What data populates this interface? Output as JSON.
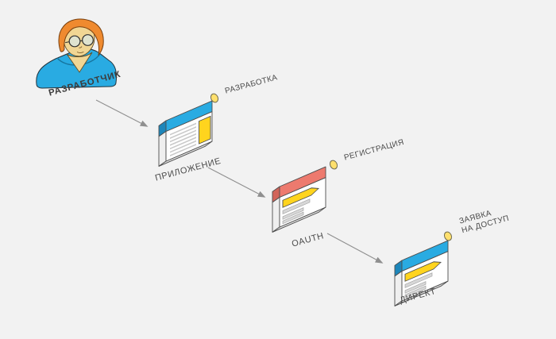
{
  "actor": {
    "label": "РАЗРАБОТЧИК"
  },
  "steps": [
    {
      "label": "ПРИЛОЖЕНИЕ",
      "status": "РАЗРАБОТКА",
      "bar_color": "#29abe2",
      "bar_side_color": "#1d86ba",
      "window_style": "text-lines-and-banner"
    },
    {
      "label": "OAUTH",
      "status": "РЕГИСТРАЦИЯ",
      "bar_color": "#ed7a6e",
      "bar_side_color": "#d2645a",
      "window_style": "arrow-and-bars"
    },
    {
      "label": "ДИРЕКТ",
      "status": "ЗАЯВКА\nНА ДОСТУП",
      "bar_color": "#29abe2",
      "bar_side_color": "#1d86ba",
      "window_style": "arrow-and-bars"
    }
  ],
  "colors": {
    "background": "#f2f2f2",
    "accent_yellow": "#ffd41e",
    "status_dot": "#ffe06e",
    "arrow": "#8f8f8f",
    "text": "#4a4a4a",
    "shirt_blue": "#29abe2",
    "hair_orange": "#ef8a2f",
    "skin": "#f1d694"
  }
}
